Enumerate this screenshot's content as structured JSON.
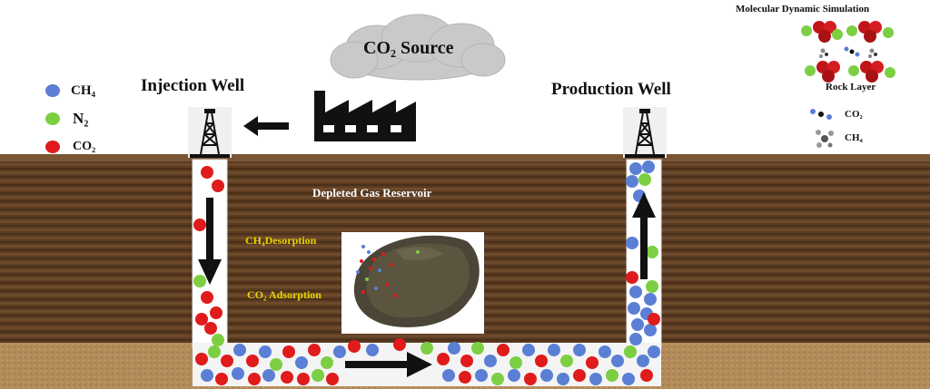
{
  "legend": [
    {
      "label": "CH₄",
      "color": "#5b7fd4"
    },
    {
      "label": "N₂",
      "color": "#7ccf43"
    },
    {
      "label": "CO₂",
      "color": "#e01b1b"
    }
  ],
  "labels": {
    "injection_well": "Injection Well",
    "production_well": "Production Well",
    "co2_source": "CO₂ Source",
    "reservoir": "Depleted Gas Reservoir",
    "ch4_desorption": "CH₄Desorption",
    "co2_adsorption": "CO₂ Adsorption"
  },
  "md_panel": {
    "title": "Molecular Dynamic Simulation",
    "rock_layer": "Rock Layer",
    "legend_co2": "CO₂",
    "legend_ch4": "CH₄"
  },
  "colors": {
    "ch4": "#5b7fd4",
    "n2": "#7ccf43",
    "co2": "#e01b1b",
    "cloud": "#c9c9c9",
    "soil_dark": "#5a3b22",
    "soil_light": "#b88d5e"
  },
  "icons": [
    "factory-icon",
    "cloud-icon",
    "derrick-icon",
    "arrow-icon",
    "rock-icon",
    "molecule-icon"
  ]
}
